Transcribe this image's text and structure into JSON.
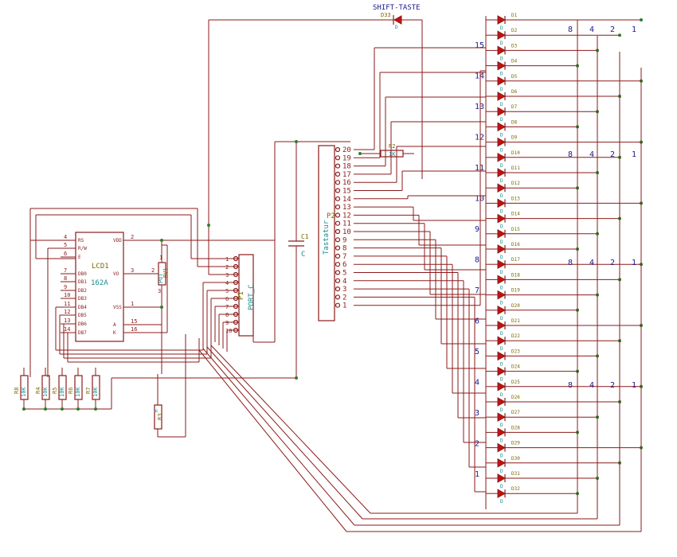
{
  "shift_key": {
    "label": "SHIFT-TASTE",
    "diode": "D33",
    "diode_value": "D"
  },
  "lcd": {
    "ref": "LCD1",
    "value": "162A",
    "left_pins": [
      {
        "num": "4",
        "name": "RS"
      },
      {
        "num": "5",
        "name": "R/W"
      },
      {
        "num": "6",
        "name": "E"
      },
      {
        "num": "7",
        "name": "DB0"
      },
      {
        "num": "8",
        "name": "DB1"
      },
      {
        "num": "9",
        "name": "DB2"
      },
      {
        "num": "10",
        "name": "DB3"
      },
      {
        "num": "11",
        "name": "DB4"
      },
      {
        "num": "12",
        "name": "DB5"
      },
      {
        "num": "13",
        "name": "DB6"
      },
      {
        "num": "14",
        "name": "DB7"
      }
    ],
    "right_pins": [
      {
        "num": "2",
        "name": "VDD"
      },
      {
        "num": "3",
        "name": "VO"
      },
      {
        "num": "1",
        "name": "VSS"
      },
      {
        "num": "15",
        "name": "A"
      },
      {
        "num": "16",
        "name": "K"
      }
    ]
  },
  "pot": {
    "ref": "RV1",
    "value": "POT",
    "pins": [
      "1",
      "2",
      "3"
    ]
  },
  "port_c": {
    "ref": "P1",
    "value": "PORT_C",
    "pins": [
      "1",
      "2",
      "3",
      "4",
      "5",
      "6",
      "7",
      "8",
      "9",
      "10"
    ]
  },
  "capacitor": {
    "ref": "C1",
    "value": "C"
  },
  "keyboard": {
    "ref": "P2",
    "value": "Tastatur",
    "pins": [
      "20",
      "19",
      "18",
      "17",
      "16",
      "15",
      "14",
      "13",
      "12",
      "11",
      "10",
      "9",
      "8",
      "7",
      "6",
      "5",
      "4",
      "3",
      "2",
      "1"
    ]
  },
  "r2": {
    "ref": "R2",
    "value": "1K"
  },
  "r3": {
    "ref": "R3",
    "value": "R"
  },
  "bottom_resistors": [
    {
      "ref": "R8",
      "value": "10K"
    },
    {
      "ref": "R4",
      "value": "10K"
    },
    {
      "ref": "R5",
      "value": "10K"
    },
    {
      "ref": "R6",
      "value": "10K"
    },
    {
      "ref": "R7",
      "value": "10K"
    }
  ],
  "diodes": [
    {
      "ref": "D1",
      "value": "D"
    },
    {
      "ref": "D2",
      "value": "D"
    },
    {
      "ref": "D3",
      "value": "D"
    },
    {
      "ref": "D4",
      "value": "D"
    },
    {
      "ref": "D5",
      "value": "D"
    },
    {
      "ref": "D6",
      "value": "D"
    },
    {
      "ref": "D7",
      "value": "D"
    },
    {
      "ref": "D8",
      "value": "D"
    },
    {
      "ref": "D9",
      "value": "D"
    },
    {
      "ref": "D10",
      "value": "D"
    },
    {
      "ref": "D11",
      "value": "D"
    },
    {
      "ref": "D12",
      "value": "D"
    },
    {
      "ref": "D13",
      "value": "D"
    },
    {
      "ref": "D14",
      "value": "D"
    },
    {
      "ref": "D15",
      "value": "D"
    },
    {
      "ref": "D16",
      "value": "D"
    },
    {
      "ref": "D17",
      "value": "D"
    },
    {
      "ref": "D18",
      "value": "D"
    },
    {
      "ref": "D19",
      "value": "D"
    },
    {
      "ref": "D20",
      "value": "D"
    },
    {
      "ref": "D21",
      "value": "D"
    },
    {
      "ref": "D22",
      "value": "D"
    },
    {
      "ref": "D23",
      "value": "D"
    },
    {
      "ref": "D24",
      "value": "D"
    },
    {
      "ref": "D25",
      "value": "D"
    },
    {
      "ref": "D26",
      "value": "D"
    },
    {
      "ref": "D27",
      "value": "D"
    },
    {
      "ref": "D28",
      "value": "D"
    },
    {
      "ref": "D29",
      "value": "D"
    },
    {
      "ref": "D30",
      "value": "D"
    },
    {
      "ref": "D31",
      "value": "D"
    },
    {
      "ref": "D32",
      "value": "D"
    }
  ],
  "key_labels": [
    "15",
    "14",
    "13",
    "12",
    "11",
    "10",
    "9",
    "8",
    "7",
    "6",
    "5",
    "4",
    "3",
    "2",
    "1"
  ],
  "bit_headers": [
    "8",
    "4",
    "2",
    "1"
  ]
}
